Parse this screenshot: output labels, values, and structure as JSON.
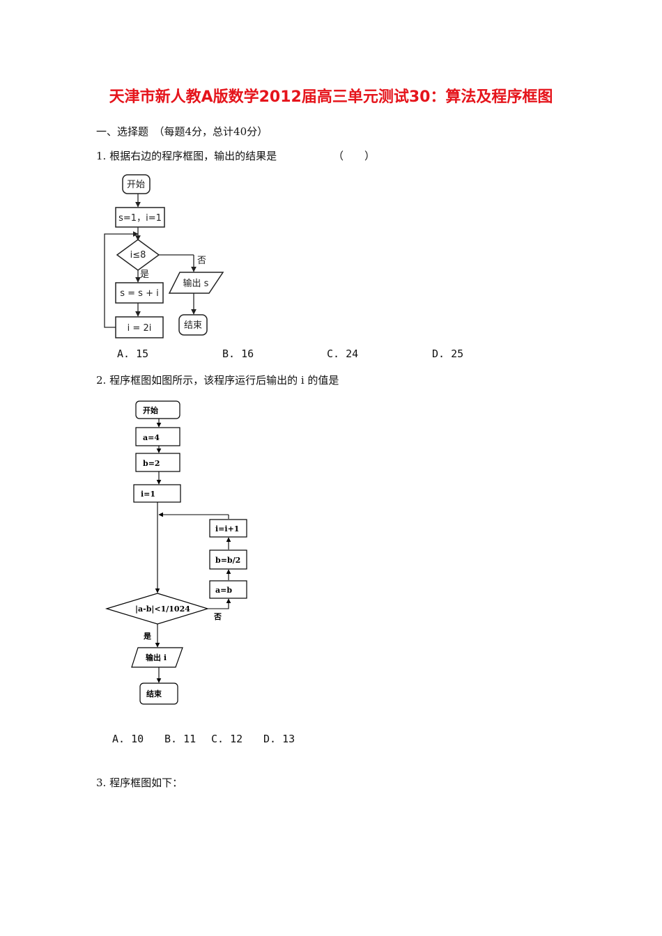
{
  "title": "天津市新人教A版数学2012届高三单元测试30：算法及程序框图",
  "section": "一、选择题　（每题4分，总计40分）",
  "questions": [
    {
      "stem": "1.  根据右边的程序框图，输出的结果是",
      "bracket": "（　　）",
      "options": [
        "A. 15",
        "B. 16",
        "C. 24",
        "D. 25"
      ],
      "flowchart": {
        "start": "开始",
        "init": "s=1，i=1",
        "condition": "i≤8",
        "yes": "是",
        "no": "否",
        "update_s": "s = s + i",
        "update_i": "i = 2i",
        "output": "输出 s",
        "end": "结束"
      }
    },
    {
      "stem": "2.  程序框图如图所示，该程序运行后输出的 i 的值是",
      "options": [
        "A. 10",
        "B. 11",
        "C. 12",
        "D. 13"
      ],
      "flowchart": {
        "start": "开始",
        "assign_a": "a=4",
        "assign_b": "b=2",
        "assign_i": "i=1",
        "inc_i": "i=i+1",
        "half_b": "b=b/2",
        "copy_a": "a=b",
        "condition": "|a-b|<1/1024",
        "yes": "是",
        "no": "否",
        "output": "输出 i",
        "end": "结束"
      }
    },
    {
      "stem": "3.  程序框图如下："
    }
  ]
}
